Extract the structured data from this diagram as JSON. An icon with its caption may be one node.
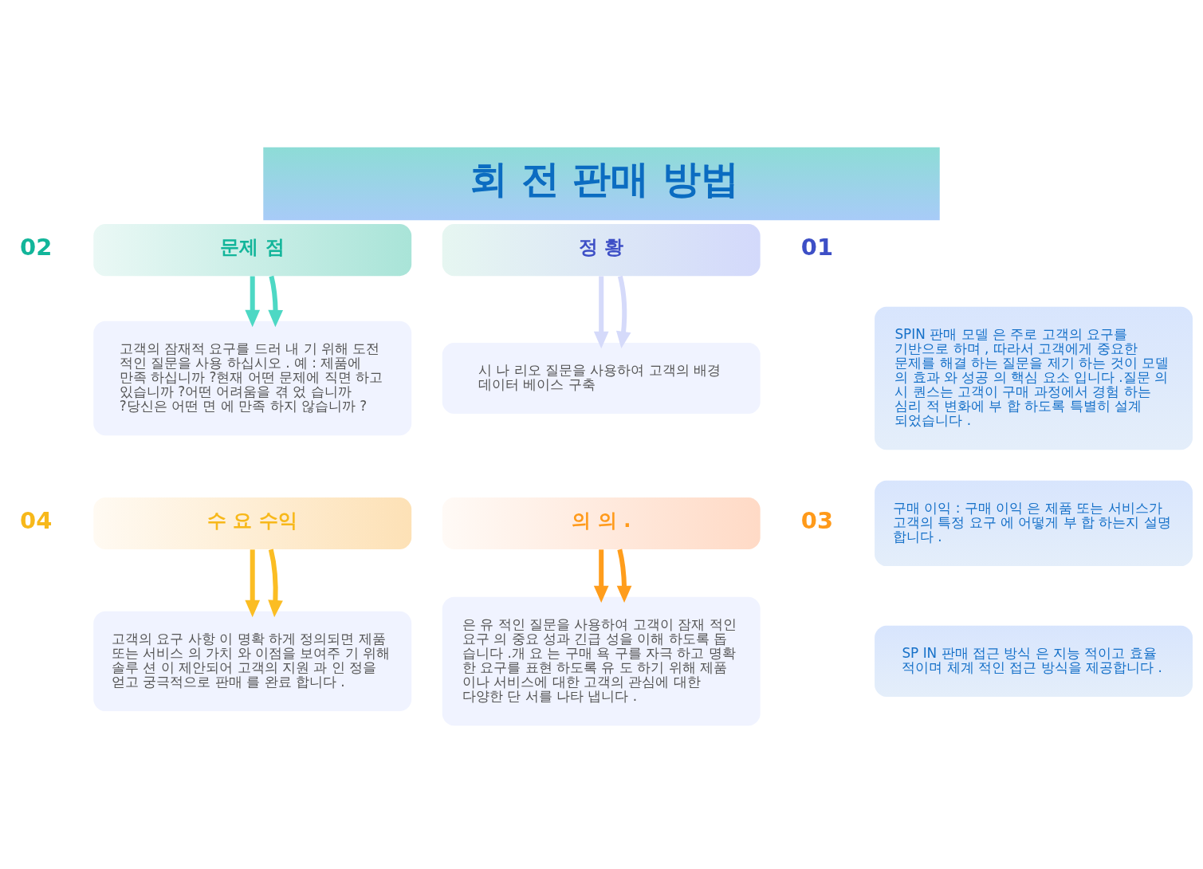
{
  "diagram": {
    "title": "회 전 판매 방법",
    "nodes": [
      {
        "text": [
          "문제 점"
        ],
        "beside": [
          "02"
        ]
      },
      {
        "text": [
          "고객의 잠재적 요구를 드러 내 기 위해 도전 적인 질문을 사용 하십시오 . 예 : 제품에 만족 하십니까 ?현재 어떤 문제에 직면 하고 있습니까 ?어떤 어려움을 겪 었 습니까 ?당신은 어떤 면 에 만족 하지 않습니까 ?"
        ]
      },
      {
        "text": [
          "수 요 수익"
        ],
        "beside": [
          "04"
        ]
      },
      {
        "text": [
          "고객의 요구 사항 이 명확 하게 정의되면 제품 또는 서비스 의 가치 와 이점을 보여주 기 위해 솔루 션 이 제안되어 고객의 지원 과 인 정을 얻고 궁극적으로 판매 를 완료 합니다 ."
        ]
      },
      {
        "text": [
          "정 황"
        ],
        "beside": [
          "01"
        ]
      },
      {
        "text": [
          "시 나 리오 질문을 사용하여 고객의 배경 데이터 베이스 구축"
        ]
      },
      {
        "text": [
          "의 의 ."
        ],
        "beside": [
          "03"
        ]
      },
      {
        "text": [
          "은 유 적인 질문을 사용하여 고객이 잠재 적인 요구 의 중요 성과 긴급 성을 이해 하도록 돕 습니다 .개 요 는 구매 욕 구를 자극 하고 명확 한 요구를 표현 하도록 유 도 하기 위해 제품 이나 서비스에 대한 고객의 관심에 대한 다양한 단 서를 나타 냅니다 ."
        ]
      },
      {
        "text": [
          "SPIN 판매 모델 은 주로 고객의 요구를 기반으로 하며 , 따라서 고객에게 중요한 문제를 해결 하는 질문을 제기 하는 것이 모델 의 효과 와 성공 의 핵심 요소 입니다 .질문 의 시 퀀스는 고객이 구매 과정에서 경험 하는 심리 적 변화에 부 합 하도록 특별히 설계 되었습니다 ."
        ]
      },
      {
        "text": [
          "구매 이익 : 구매 이익 은 제품 또는 서비스가 고객의 특정 요구 에 어떻게 부 합 하는지 설명 합니다 ."
        ]
      },
      {
        "text": [
          "SP IN 판매 접근 방식 은 지능 적이고 효율 적이며 체계 적인 접근 방식을 제공합니다 ."
        ]
      }
    ],
    "edges": [
      {
        "from": 0,
        "to": 1,
        "arrow": "to",
        "color": "#4dd8c4"
      },
      {
        "from": 0,
        "to": 1,
        "arrow": "to",
        "color": "#4dd8c4"
      },
      {
        "from": 2,
        "to": 3,
        "arrow": "to",
        "color": "#fbbd23"
      },
      {
        "from": 2,
        "to": 3,
        "arrow": "to",
        "color": "#fbbd23"
      },
      {
        "from": 4,
        "to": 5,
        "arrow": "to",
        "color": "#d5dafa"
      },
      {
        "from": 4,
        "to": 5,
        "arrow": "to",
        "color": "#d5dafa"
      },
      {
        "from": 6,
        "to": 7,
        "arrow": "to",
        "color": "#ff9d1c"
      },
      {
        "from": 6,
        "to": 7,
        "arrow": "to",
        "color": "#ff9d1c"
      }
    ]
  }
}
